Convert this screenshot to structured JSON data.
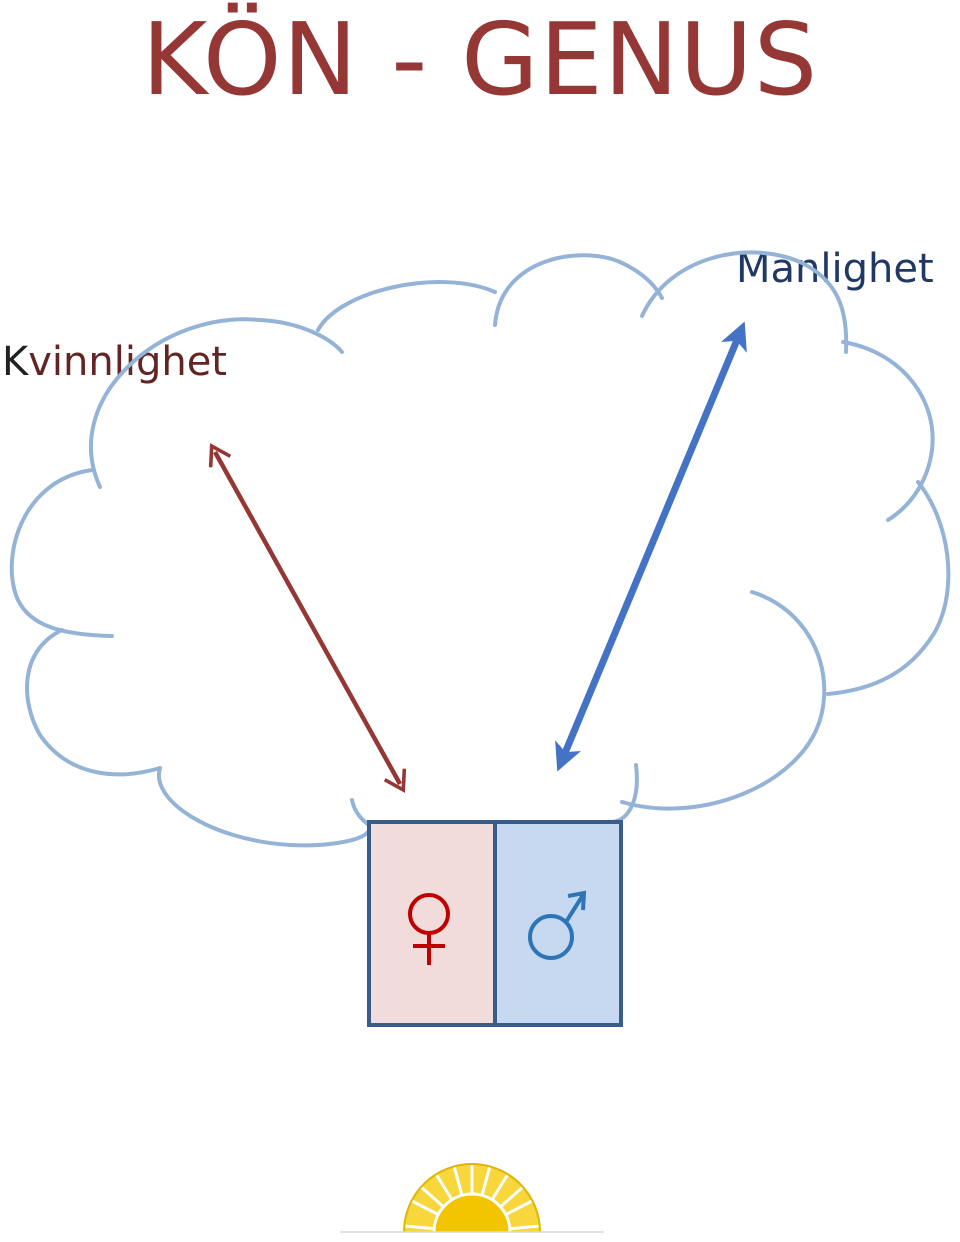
{
  "title": "KÖN - GENUS",
  "labels": {
    "female_first_letter": "K",
    "female_rest": "vinnlighet",
    "male": "Manlighet"
  },
  "symbols": {
    "female": "♀",
    "male": "♂"
  },
  "colors": {
    "title": "#953735",
    "female_arrow": "#953735",
    "male_arrow": "#4472C4",
    "cloud_outline": "#95B3D7",
    "female_box_fill": "#F2DCDB",
    "male_box_fill": "#C6D9F1",
    "box_border": "#385D8A",
    "female_symbol": "#C00000",
    "male_symbol": "#2E75B6",
    "sun": "#F2C500"
  },
  "icons": [
    "venus-icon",
    "mars-icon",
    "sun-logo-icon"
  ]
}
